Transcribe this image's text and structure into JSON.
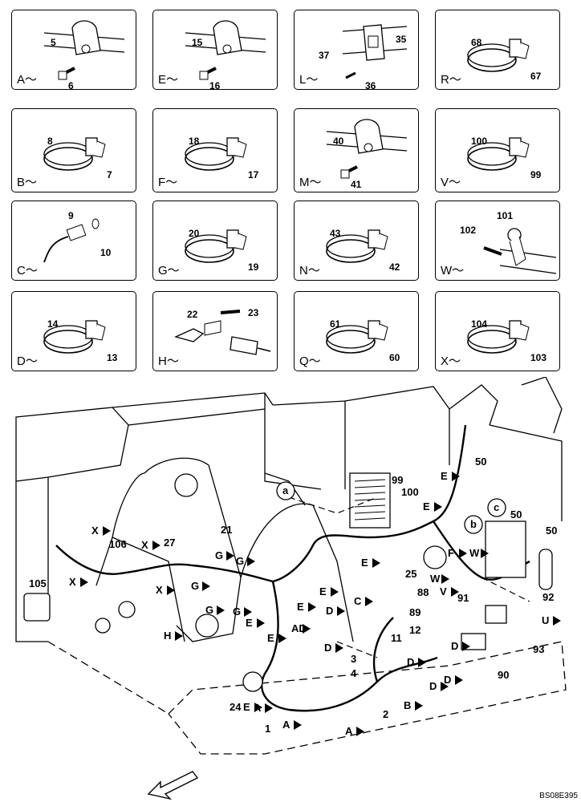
{
  "panels": [
    {
      "id": "A",
      "view": "A～",
      "parts": [
        "5",
        "6"
      ]
    },
    {
      "id": "E",
      "view": "E～",
      "parts": [
        "15",
        "16"
      ]
    },
    {
      "id": "L",
      "view": "L～",
      "parts": [
        "35",
        "37",
        "36"
      ]
    },
    {
      "id": "R",
      "view": "R～",
      "parts": [
        "68",
        "67"
      ]
    },
    {
      "id": "B",
      "view": "B～",
      "parts": [
        "8",
        "7"
      ]
    },
    {
      "id": "F",
      "view": "F～",
      "parts": [
        "18",
        "17"
      ]
    },
    {
      "id": "M",
      "view": "M～",
      "parts": [
        "40",
        "41"
      ]
    },
    {
      "id": "V",
      "view": "V～",
      "parts": [
        "100",
        "99"
      ]
    },
    {
      "id": "C",
      "view": "C～",
      "parts": [
        "9",
        "10"
      ]
    },
    {
      "id": "G",
      "view": "G～",
      "parts": [
        "20",
        "19"
      ]
    },
    {
      "id": "N",
      "view": "N～",
      "parts": [
        "43",
        "42"
      ]
    },
    {
      "id": "W",
      "view": "W～",
      "parts": [
        "101",
        "102"
      ]
    },
    {
      "id": "D",
      "view": "D～",
      "parts": [
        "14",
        "13"
      ]
    },
    {
      "id": "H",
      "view": "H～",
      "parts": [
        "22",
        "23"
      ]
    },
    {
      "id": "Q",
      "view": "Q～",
      "parts": [
        "61",
        "60"
      ]
    },
    {
      "id": "X",
      "view": "X～",
      "parts": [
        "104",
        "103"
      ]
    }
  ],
  "main": {
    "parts": [
      "99",
      "100",
      "50",
      "50",
      "50",
      "25",
      "88",
      "89",
      "91",
      "92",
      "93",
      "90",
      "11",
      "12",
      "21",
      "106",
      "27",
      "105",
      "24",
      "1",
      "2",
      "3",
      "4"
    ],
    "views": [
      "X",
      "X",
      "X",
      "X",
      "G",
      "G",
      "G",
      "G",
      "G",
      "H",
      "E",
      "E",
      "E",
      "E",
      "E",
      "AD",
      "C",
      "D",
      "D",
      "D",
      "D",
      "D",
      "D",
      "A",
      "A",
      "A",
      "B",
      "E",
      "E",
      "F",
      "W",
      "W",
      "V",
      "U",
      "E",
      "a",
      "b",
      "c"
    ],
    "drawing_code": "BS08E395"
  }
}
